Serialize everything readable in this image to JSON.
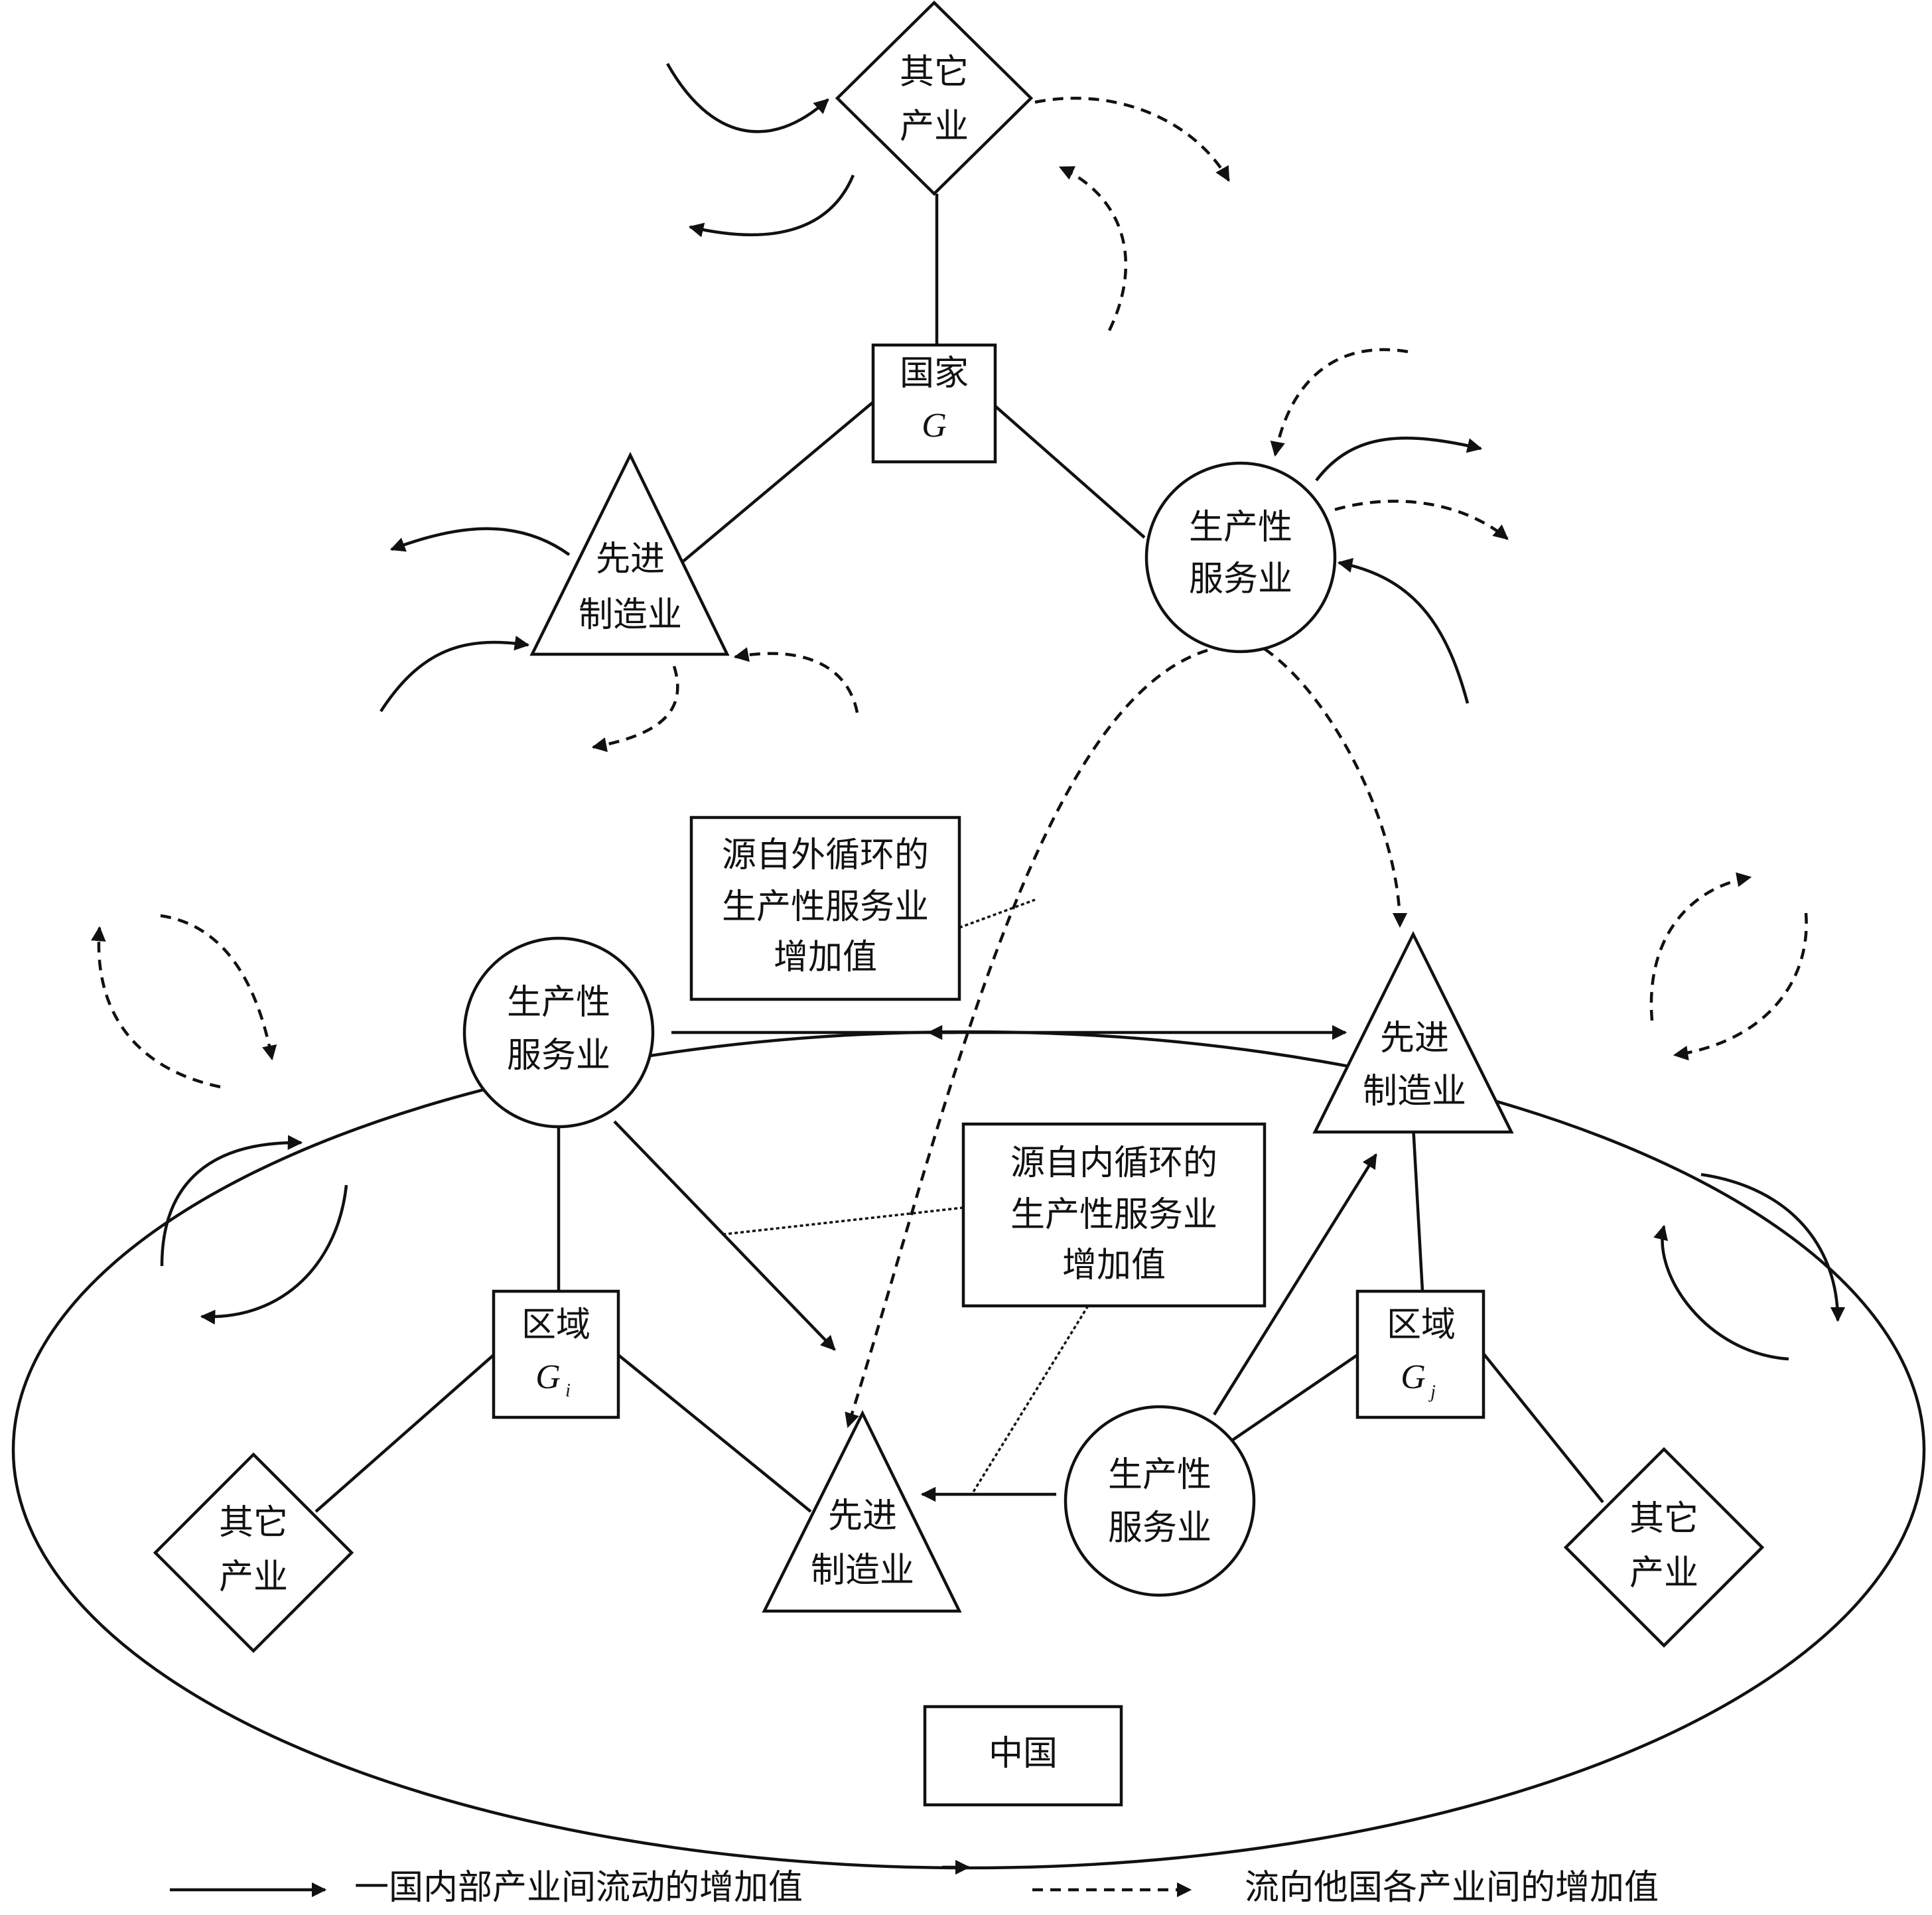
{
  "nodes": {
    "country_other": {
      "line1": "其它",
      "line2": "产业"
    },
    "country": {
      "line1": "国家",
      "symbol": "G"
    },
    "country_adv_mfg": {
      "line1": "先进",
      "line2": "制造业"
    },
    "country_prod_svc": {
      "line1": "生产性",
      "line2": "服务业"
    },
    "china_prod_svc_left": {
      "line1": "生产性",
      "line2": "服务业"
    },
    "china_adv_mfg_right": {
      "line1": "先进",
      "line2": "制造业"
    },
    "region_i": {
      "line1": "区域",
      "symbol": "G",
      "subscript": "i"
    },
    "region_j": {
      "line1": "区域",
      "symbol": "G",
      "subscript": "j"
    },
    "china_other_left": {
      "line1": "其它",
      "line2": "产业"
    },
    "china_adv_mfg_center": {
      "line1": "先进",
      "line2": "制造业"
    },
    "china_prod_svc_right": {
      "line1": "生产性",
      "line2": "服务业"
    },
    "china_other_right": {
      "line1": "其它",
      "line2": "产业"
    }
  },
  "callouts": {
    "external": {
      "line1": "源自外循环的",
      "line2": "生产性服务业",
      "line3": "增加值"
    },
    "internal": {
      "line1": "源自内循环的",
      "line2": "生产性服务业",
      "line3": "增加值"
    }
  },
  "china_label": "中国",
  "legend": {
    "solid": "一国内部产业间流动的增加值",
    "dashed": "流向他国各产业间的增加值"
  }
}
